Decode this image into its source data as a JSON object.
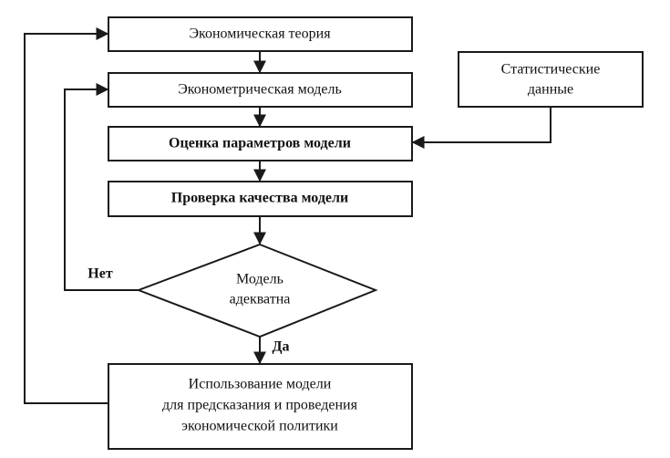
{
  "nodes": {
    "economic_theory": "Экономическая теория",
    "econometric_model": "Эконометрическая модель",
    "statistical_data": [
      "Статистические",
      "данные"
    ],
    "parameter_estimation": "Оценка параметров модели",
    "quality_check": "Проверка качества модели",
    "decision": [
      "Модель",
      "адекватна"
    ],
    "usage": [
      "Использование модели",
      "для предсказания и проведения",
      "экономической политики"
    ]
  },
  "edge_labels": {
    "no": "Нет",
    "yes": "Да"
  }
}
